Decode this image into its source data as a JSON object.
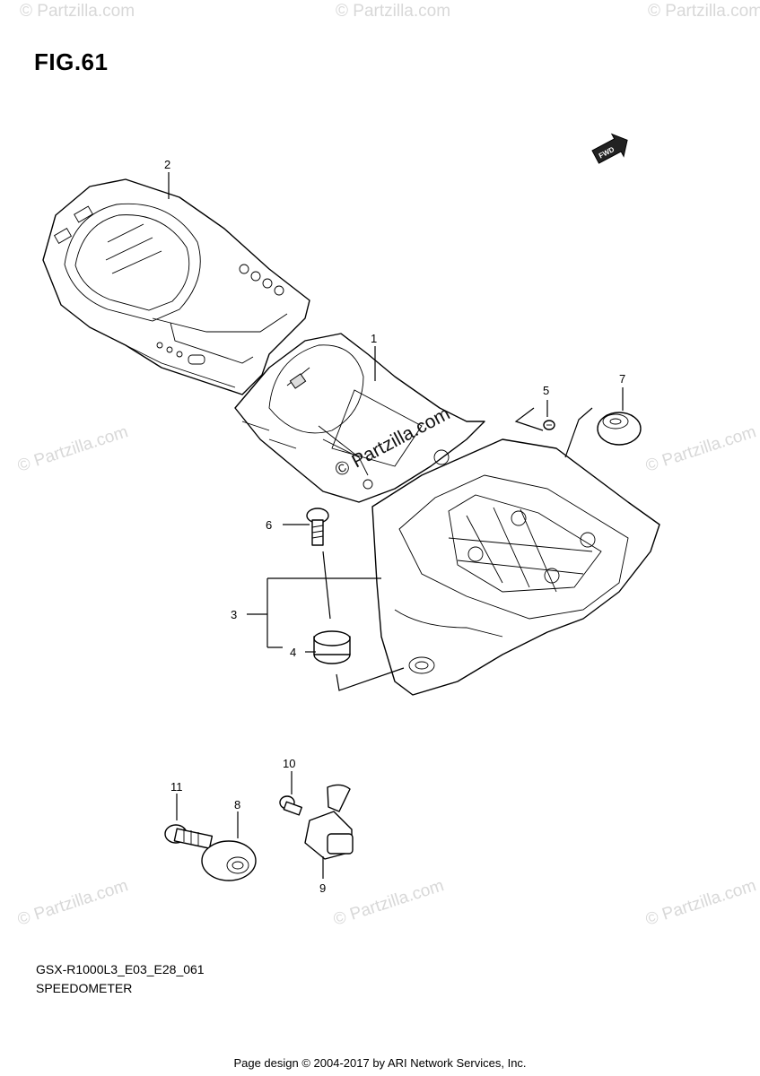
{
  "figure_title": "FIG.61",
  "model_code": "GSX-R1000L3_E03_E28_061",
  "section_name": "SPEEDOMETER",
  "footer": "Page design © 2004-2017 by ARI Network Services, Inc.",
  "fwd_badge": "FWD",
  "watermark": "© Partzilla.com",
  "part_callouts": [
    "1",
    "2",
    "3",
    "4",
    "5",
    "6",
    "7",
    "8",
    "9",
    "10",
    "11"
  ],
  "icons": [
    "fwd-arrow-icon",
    "copyright-icon"
  ]
}
